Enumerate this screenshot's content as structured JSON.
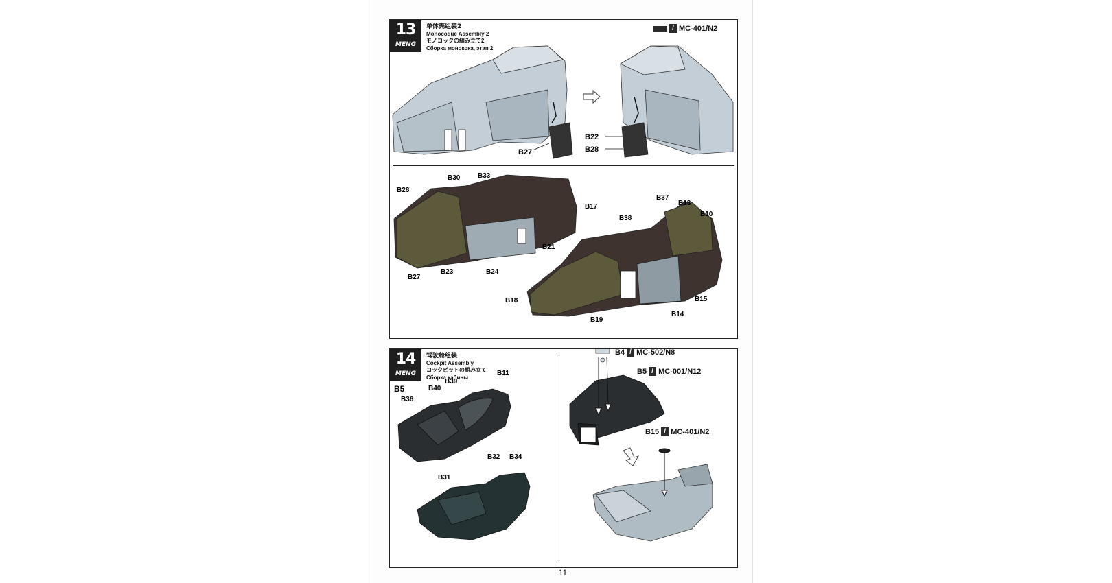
{
  "brand": "MENG",
  "page_number": "11",
  "icon_names": [
    "brush-icon",
    "color-swatch-icon",
    "arrow-right-icon"
  ],
  "colors": {
    "dark_grey": "#2b2b2b",
    "light_grey": "#b8c4cc",
    "olive": "#5c5a3a",
    "dark_brown": "#3a2e2a"
  },
  "step13": {
    "number": "13",
    "title_zh": "单体壳组装2",
    "title_en": "Monocoque Assembly 2",
    "title_ja": "モノコックの組み立て2",
    "title_ru": "Сборка монокока, этап 2",
    "paint_code": "MC-401/N2",
    "upper_labels": {
      "b27": "B27",
      "b22": "B22",
      "b28": "B28"
    },
    "lower_labels": {
      "b28": "B28",
      "b30": "B30",
      "b33": "B33",
      "b17": "B17",
      "b21": "B21",
      "b23": "B23",
      "b24": "B24",
      "b27": "B27",
      "b37": "B37",
      "b13": "B13",
      "b10": "B10",
      "b38": "B38",
      "b18": "B18",
      "b19": "B19",
      "b14": "B14",
      "b15": "B15"
    }
  },
  "step14": {
    "number": "14",
    "title_zh": "驾驶舱组装",
    "title_en": "Cockpit Assembly",
    "title_ja": "コックピットの組み立て",
    "title_ru": "Сборка кабины",
    "sub_label": "B5",
    "left_labels": {
      "b11": "B11",
      "b40": "B40",
      "b39": "B39",
      "b36": "B36",
      "b32": "B32",
      "b34": "B34",
      "b31": "B31"
    },
    "paint_b4": {
      "part": "B4",
      "code": "MC-502/N8"
    },
    "paint_b5": {
      "part": "B5",
      "code": "MC-001/N12"
    },
    "paint_b15": {
      "part": "B15",
      "code": "MC-401/N2"
    }
  }
}
